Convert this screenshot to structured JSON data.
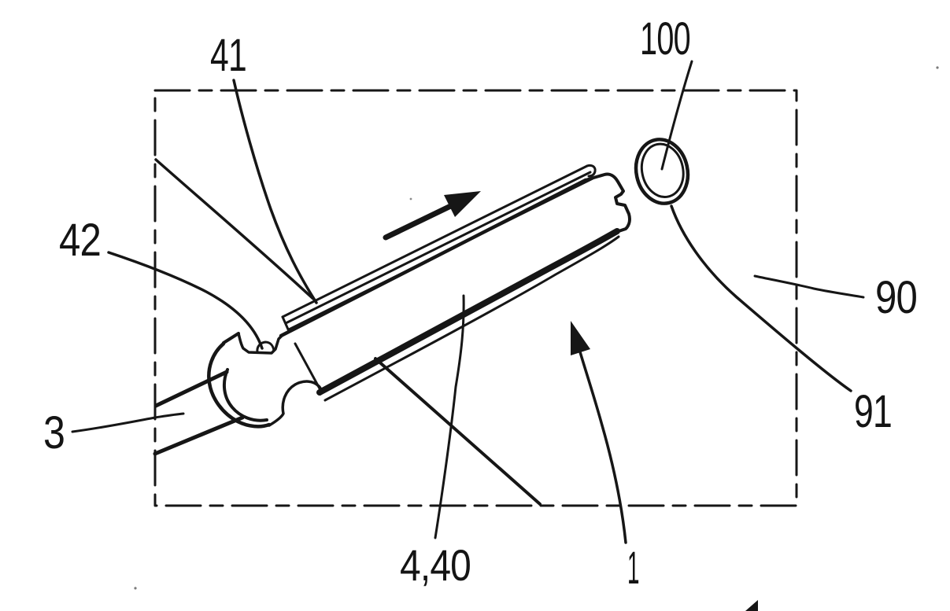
{
  "figure": {
    "kind": "patent-line-drawing",
    "background": "#ffffff",
    "ink_color": "#161616",
    "labels": {
      "n41": "41",
      "n42": "42",
      "n3": "3",
      "n440": "4,40",
      "n1": "1",
      "n100": "100",
      "n90": "90",
      "n91": "91"
    },
    "icons": {
      "direction_arrow": "arrow-up-right",
      "pointer_arrow_1": "arrow-up-left"
    }
  }
}
